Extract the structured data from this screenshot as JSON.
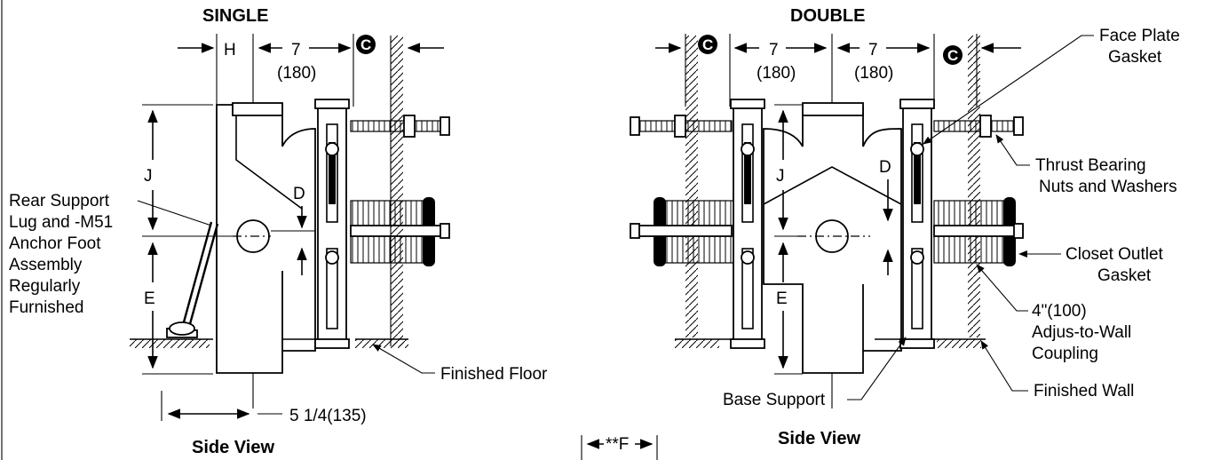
{
  "single": {
    "title": "SINGLE",
    "dim_h": "H",
    "dim_7": "7",
    "dim_180": "(180)",
    "circle_c": "C",
    "dim_j": "J",
    "dim_d": "D",
    "dim_e": "E",
    "rear_support": [
      "Rear Support",
      "Lug and -M51",
      "Anchor Foot",
      "Assembly",
      "Regularly",
      "Furnished"
    ],
    "finished_floor": "Finished Floor",
    "dim_bottom": "5 1/4(135)",
    "view": "Side View"
  },
  "double": {
    "title": "DOUBLE",
    "circle_c": "C",
    "dim_7_left": "7",
    "dim_180_left": "(180)",
    "dim_7_right": "7",
    "dim_180_right": "(180)",
    "dim_j": "J",
    "dim_d": "D",
    "dim_e": "E",
    "face_plate": [
      "Face Plate",
      "Gasket"
    ],
    "thrust_bearing": [
      "Thrust Bearing",
      "Nuts and Washers"
    ],
    "closet_outlet": [
      "Closet Outlet",
      "Gasket"
    ],
    "coupling": [
      "4\"(100)",
      "Adjus-to-Wall",
      "Coupling"
    ],
    "finished_wall": "Finished Wall",
    "base_support": "Base Support",
    "view": "Side View"
  },
  "center": {
    "dim_f": "**F"
  }
}
